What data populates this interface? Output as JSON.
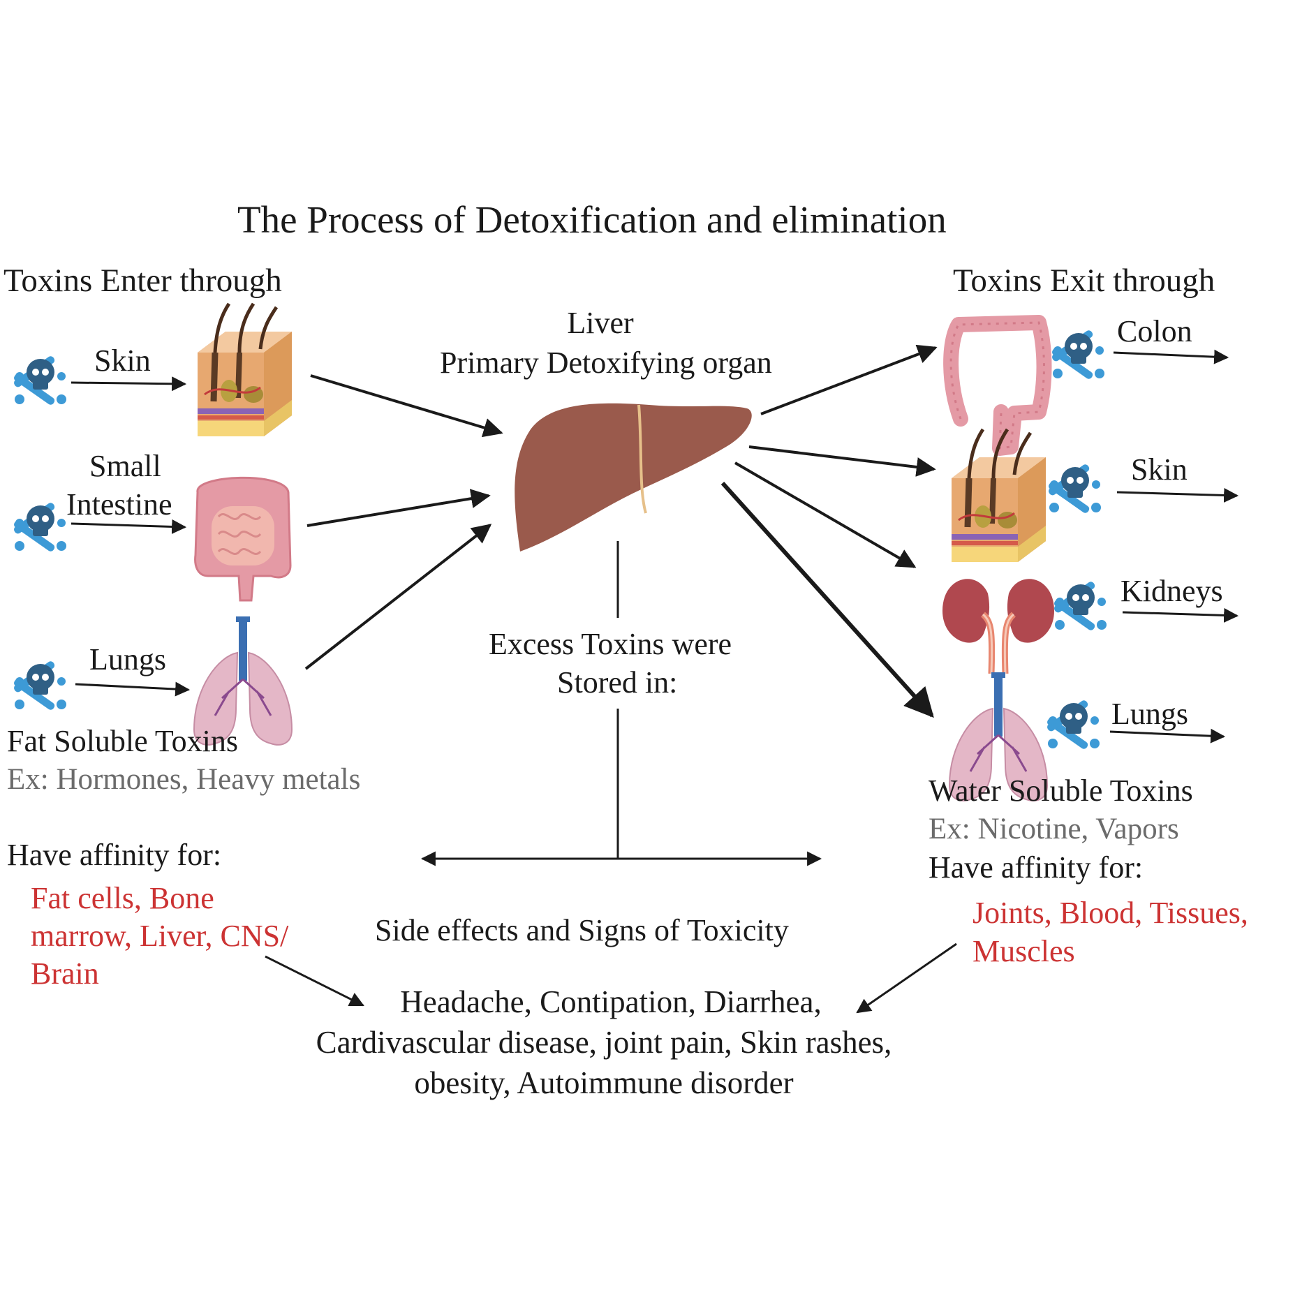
{
  "title": "The Process of Detoxification and elimination",
  "enter": {
    "heading": "Toxins Enter through",
    "routes": [
      "Skin",
      "Small",
      "Intestine",
      "Lungs"
    ]
  },
  "liver": {
    "name": "Liver",
    "role": "Primary Detoxifying organ"
  },
  "exit": {
    "heading": "Toxins Exit through",
    "routes": [
      "Colon",
      "Skin",
      "Kidneys",
      "Lungs"
    ]
  },
  "storage": {
    "line1": "Excess Toxins were",
    "line2": "Stored in:"
  },
  "fat_soluble": {
    "title": "Fat Soluble Toxins",
    "example": "Ex: Hormones, Heavy metals",
    "affinity_label": "Have affinity for:",
    "affinity_lines": [
      "Fat cells, Bone",
      "marrow, Liver, CNS/",
      "Brain"
    ]
  },
  "water_soluble": {
    "title": "Water Soluble Toxins",
    "example": "Ex: Nicotine, Vapors",
    "affinity_label": "Have affinity for:",
    "affinity_lines": [
      "Joints, Blood, Tissues,",
      "Muscles"
    ]
  },
  "side_effects": {
    "heading": "Side effects and Signs of Toxicity",
    "lines": [
      "Headache, Contipation, Diarrhea,",
      "Cardivascular disease, joint pain, Skin rashes,",
      "obesity, Autoimmune disorder"
    ]
  },
  "icons": {
    "toxin": "skull-crossbones-icon",
    "skin": "skin-layers-icon",
    "intestine": "intestine-icon",
    "lungs": "lungs-icon",
    "liver": "liver-icon",
    "colon": "colon-icon",
    "kidneys": "kidneys-icon"
  },
  "colors": {
    "skull": "#2f5f85",
    "bones": "#3d9ad6",
    "liver": "#9a5a4c",
    "affinity_text": "#cc3333",
    "example_text": "#6b6b6b"
  }
}
